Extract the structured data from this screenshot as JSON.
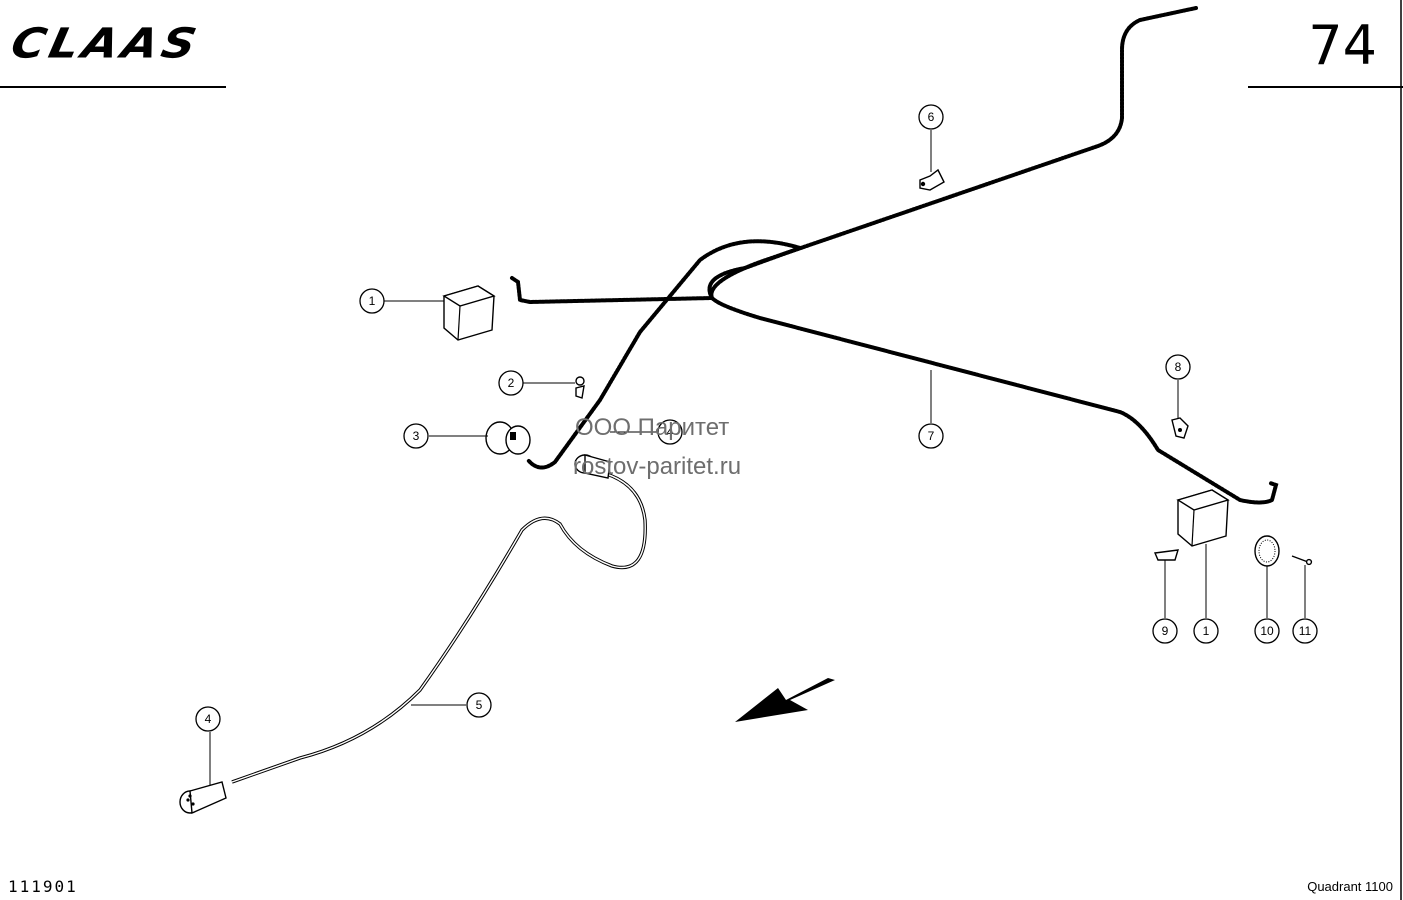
{
  "header": {
    "brand": "CLAAS",
    "page_number": "74"
  },
  "footer": {
    "drawing_number": "111901",
    "model": "Quadrant 1100"
  },
  "watermark": {
    "line1": "ООО Паритет",
    "line2": "rostov-paritet.ru"
  },
  "callouts": [
    {
      "id": "callout-1a",
      "label": "1"
    },
    {
      "id": "callout-2",
      "label": "2"
    },
    {
      "id": "callout-3",
      "label": "3"
    },
    {
      "id": "callout-4",
      "label": "4"
    },
    {
      "id": "callout-5",
      "label": "5"
    },
    {
      "id": "callout-6",
      "label": "6"
    },
    {
      "id": "callout-7",
      "label": "7"
    },
    {
      "id": "callout-8",
      "label": "8"
    },
    {
      "id": "callout-9",
      "label": "9"
    },
    {
      "id": "callout-1b",
      "label": "1"
    },
    {
      "id": "callout-10",
      "label": "10"
    },
    {
      "id": "callout-11",
      "label": "11"
    },
    {
      "id": "callout-4b",
      "label": "4"
    }
  ]
}
